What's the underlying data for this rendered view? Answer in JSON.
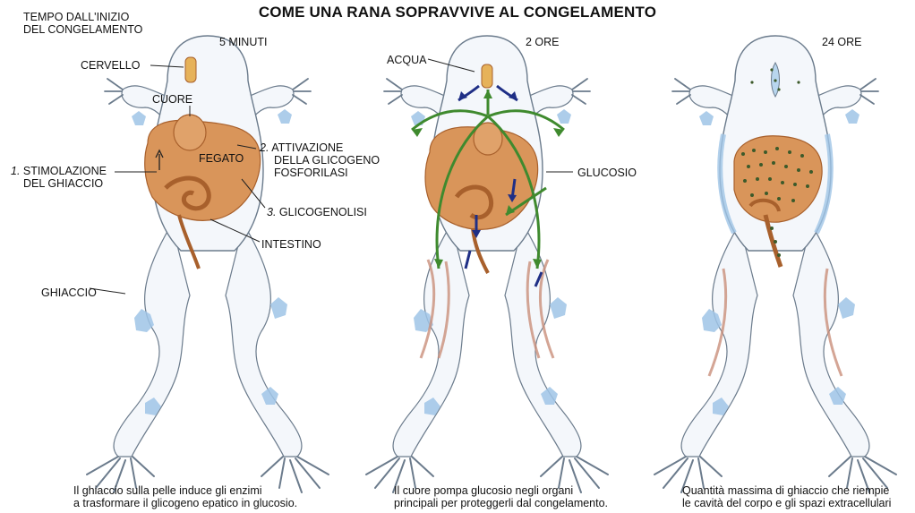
{
  "title": "COME UNA RANA SOPRAVVIVE AL CONGELAMENTO",
  "time_axis_label": [
    "TEMPO DALL'INIZIO",
    "DEL CONGELAMENTO"
  ],
  "panels": [
    {
      "time": "5 MINUTI",
      "labels": {
        "cervello": "CERVELLO",
        "cuore": "CUORE",
        "fegato": "FEGATO",
        "step1_num": "1.",
        "step1_line1": "STIMOLAZIONE",
        "step1_line2": "DEL GHIACCIO",
        "step2_num": "2.",
        "step2_line1": "ATTIVAZIONE",
        "step2_line2": "DELLA GLICOGENO",
        "step2_line3": "FOSFORILASI",
        "step3_num": "3.",
        "step3_text": "GLICOGENOLISI",
        "intestino": "INTESTINO",
        "ghiaccio": "GHIACCIO"
      },
      "caption": [
        "Il ghiaccio sulla pelle induce gli enzimi",
        "a trasformare il glicogeno epatico in glucosio."
      ]
    },
    {
      "time": "2 ORE",
      "labels": {
        "acqua": "ACQUA",
        "glucosio": "GLUCOSIO"
      },
      "caption": [
        "Il cuore pompa glucosio negli organi",
        "principali per proteggerli dal congelamento."
      ]
    },
    {
      "time": "24 ORE",
      "caption": [
        "Quantità massima di ghiaccio che riempie",
        "le cavità del corpo e gli spazi extracellulari"
      ]
    }
  ],
  "colors": {
    "organ": "#d9955a",
    "organ_dark": "#a8602c",
    "skin": "#f4f7fb",
    "ice": "#9fc4e6",
    "glucose_arrow": "#3f8a2e",
    "water_arrow": "#1f2f86",
    "muscle": "#c98f7a"
  }
}
